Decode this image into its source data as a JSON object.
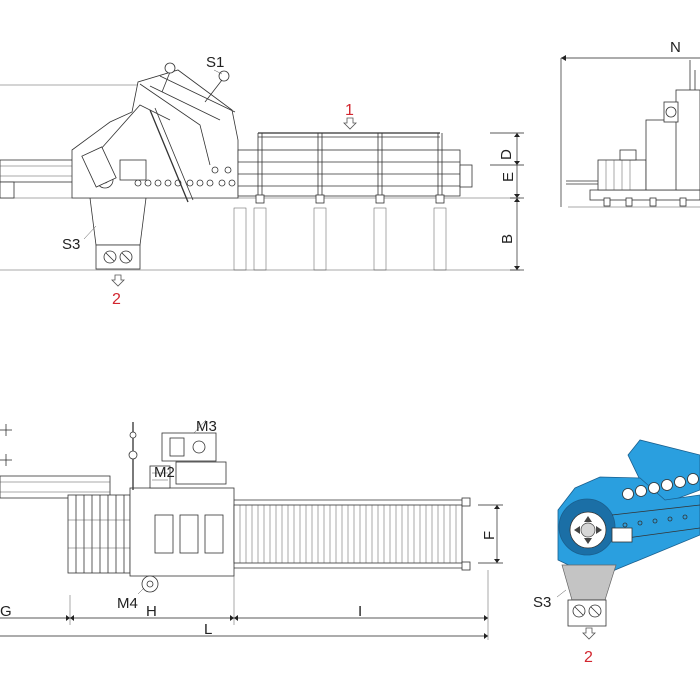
{
  "labels": {
    "s1": "S1",
    "s3_side": "S3",
    "s3_iso": "S3",
    "m2": "M2",
    "m3": "M3",
    "m4": "M4",
    "d": "D",
    "e": "E",
    "b": "B",
    "f": "F",
    "g": "G",
    "h": "H",
    "i": "I",
    "l": "L",
    "n": "N",
    "outlet_1": "1",
    "outlet_2_side": "2",
    "outlet_2_iso": "2"
  },
  "colors": {
    "machine_blue": "#2a9fdf",
    "machine_blue_dark": "#1b6fa6",
    "hopper_grey": "#c4c4c4",
    "callout_red": "#d2262f",
    "line": "#333333"
  }
}
